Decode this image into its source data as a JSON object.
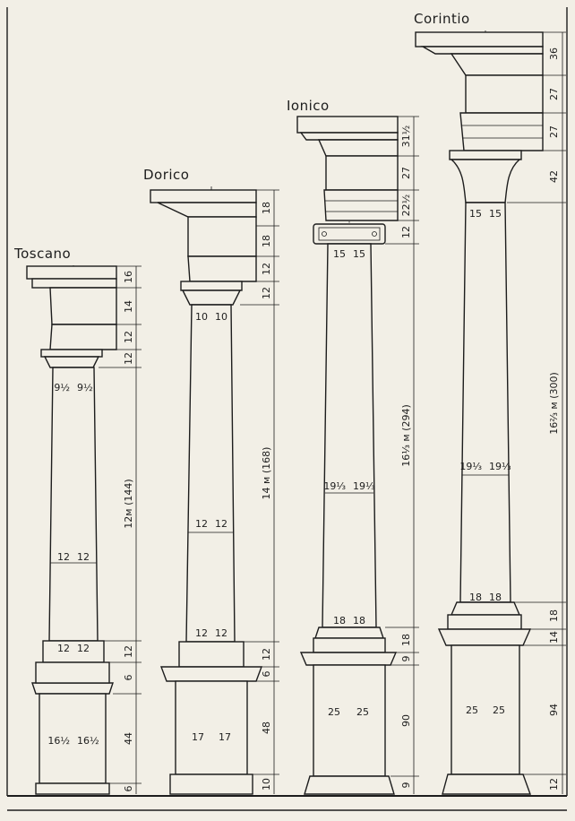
{
  "orders": [
    {
      "title": "Toscano",
      "top_diameter": [
        "9½",
        "9½"
      ],
      "mid_diameter": [
        "12",
        "12"
      ],
      "low_diameter": [
        "12",
        "12"
      ],
      "pedestal_diameter": [
        "16½",
        "16½"
      ],
      "dims": [
        "16",
        "14",
        "12",
        "12",
        "12м (144)",
        "12",
        "6",
        "44",
        "6"
      ]
    },
    {
      "title": "Dorico",
      "top_diameter": [
        "10",
        "10"
      ],
      "mid_diameter": [
        "12",
        "12"
      ],
      "low_diameter": [
        "12",
        "12"
      ],
      "pedestal_diameter": [
        "17",
        "17"
      ],
      "dims": [
        "18",
        "18",
        "12",
        "12",
        "14 м (168)",
        "12",
        "6",
        "48",
        "10"
      ]
    },
    {
      "title": "Ionico",
      "top_diameter": [
        "15",
        "15"
      ],
      "mid_diameter": [
        "19⅓",
        "19⅓"
      ],
      "low_diameter": [
        "18",
        "18"
      ],
      "pedestal_diameter": [
        "25",
        "25"
      ],
      "dims": [
        "31½",
        "27",
        "22½",
        "12",
        "16⅓ м (294)",
        "18",
        "9",
        "90",
        "9"
      ]
    },
    {
      "title": "Corintio",
      "top_diameter": [
        "15",
        "15"
      ],
      "mid_diameter": [
        "19⅓",
        "19⅓"
      ],
      "low_diameter": [
        "18",
        "18"
      ],
      "pedestal_diameter": [
        "25",
        "25"
      ],
      "dims": [
        "36",
        "27",
        "27",
        "42",
        "16⅔ м (300)",
        "18",
        "14",
        "94",
        "12"
      ]
    }
  ]
}
